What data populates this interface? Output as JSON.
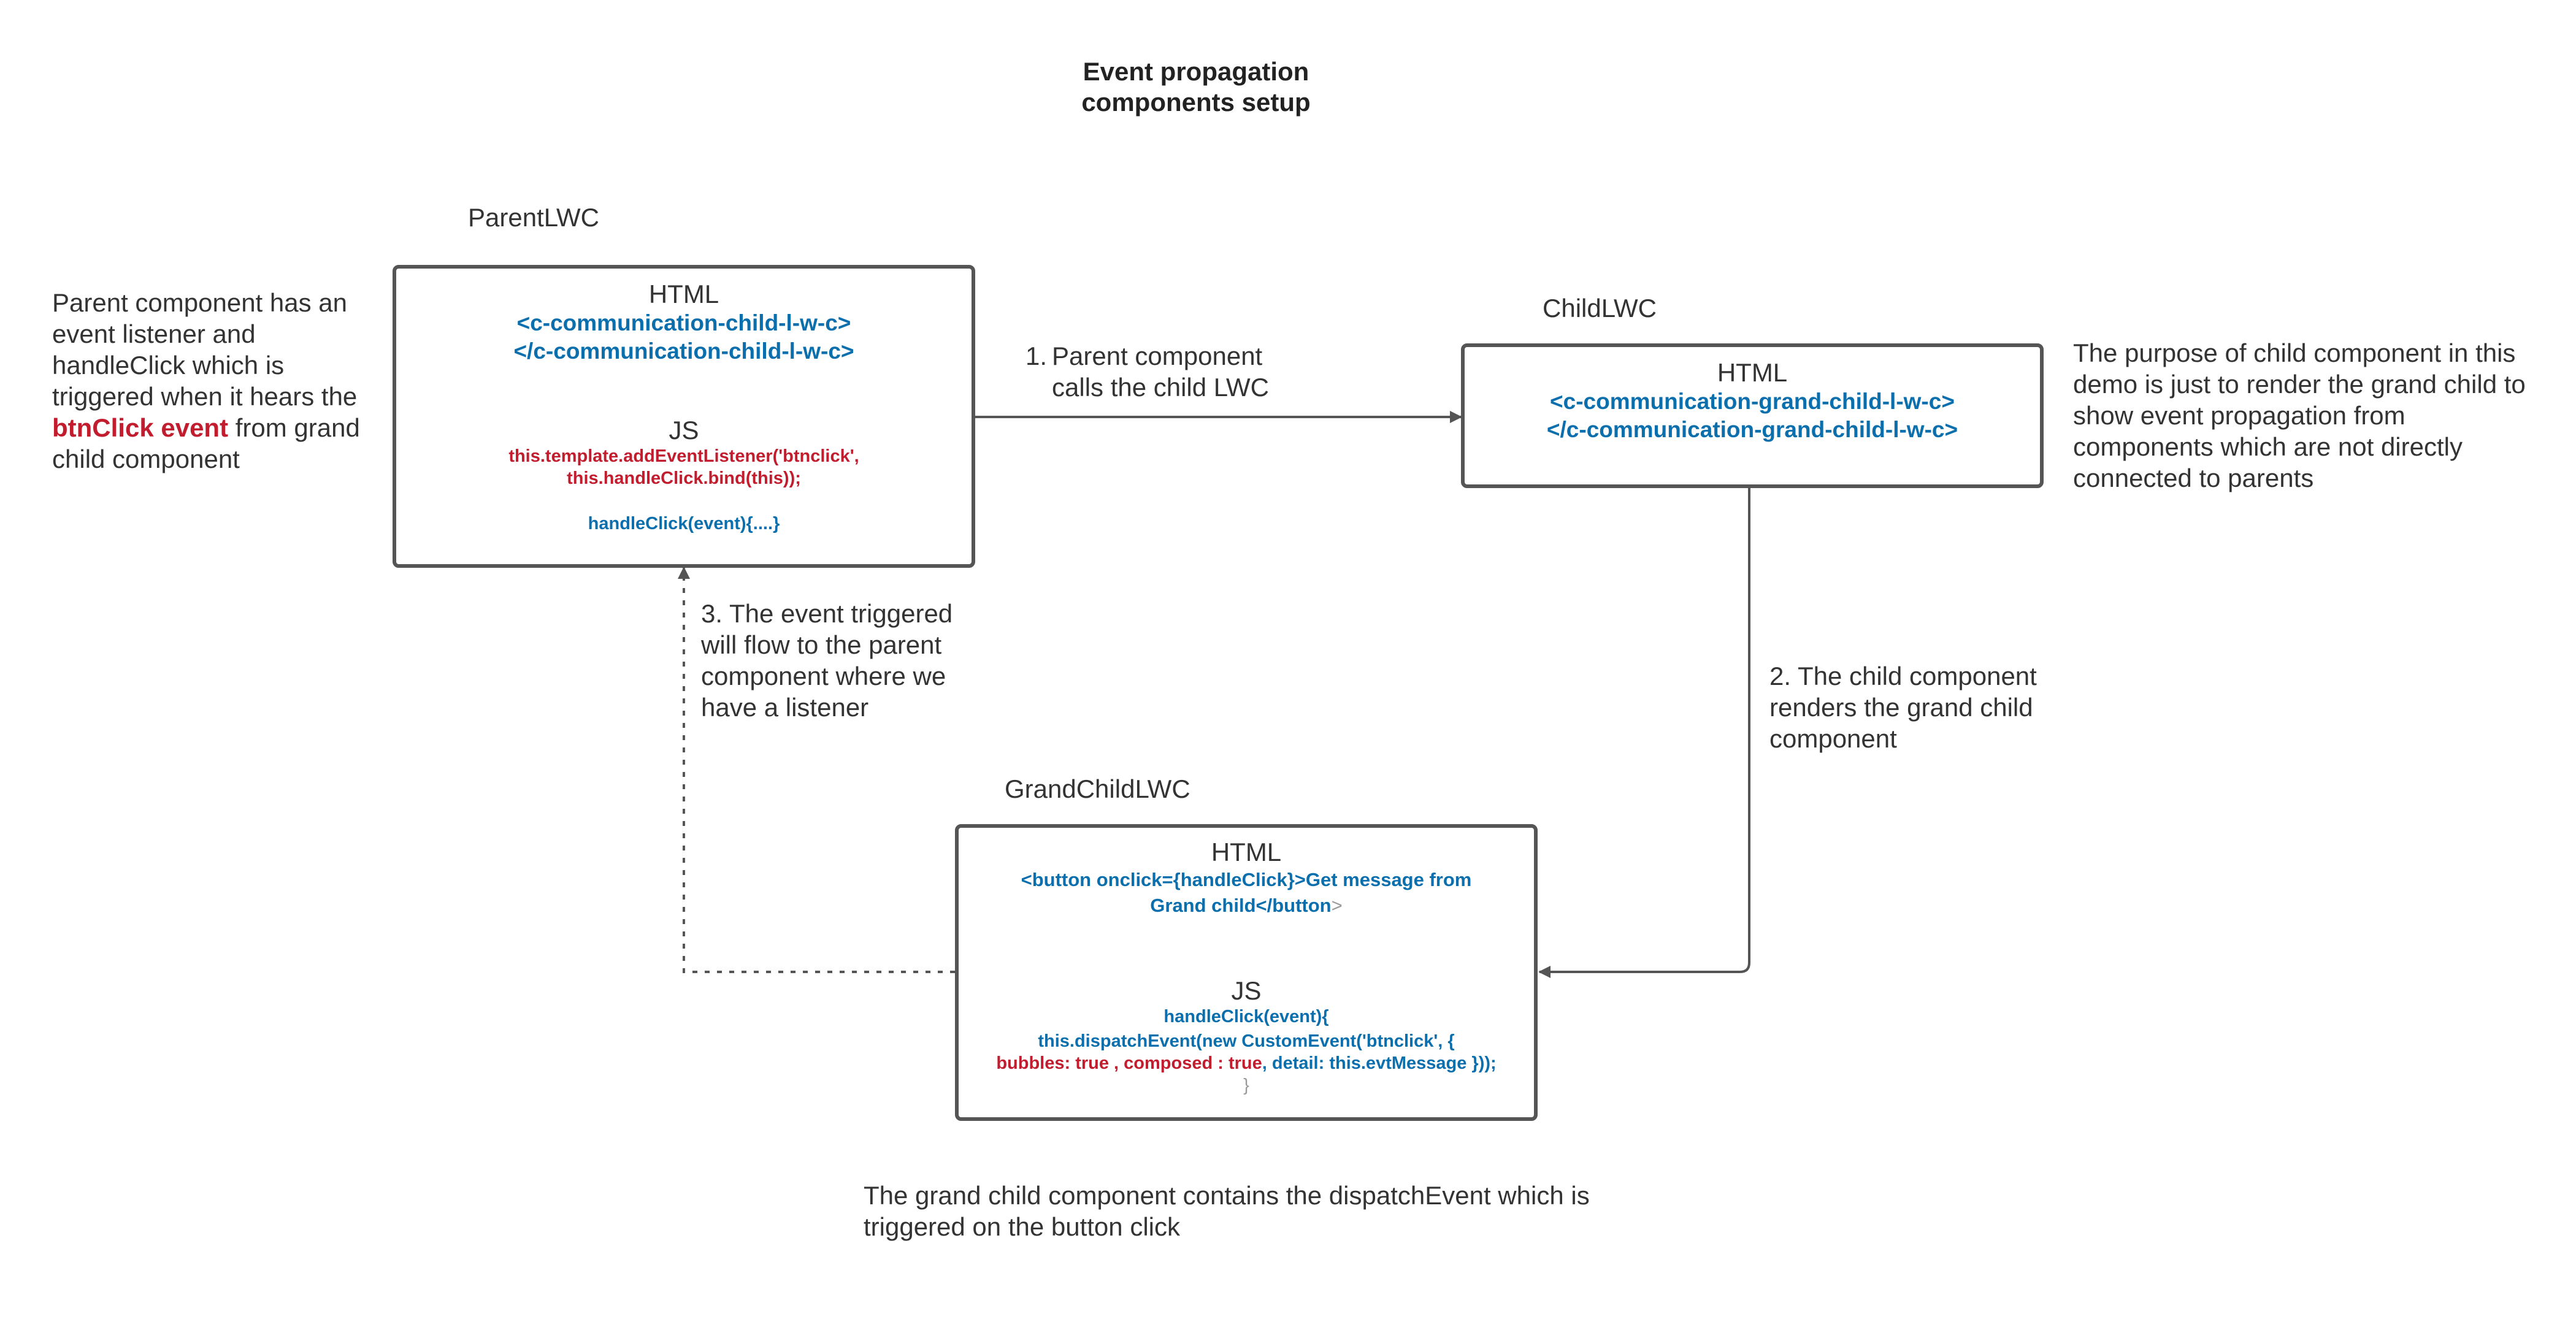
{
  "title": {
    "line1": "Event propagation",
    "line2": "components setup"
  },
  "parent": {
    "label": "ParentLWC",
    "html_heading": "HTML",
    "html_line1": "<c-communication-child-l-w-c>",
    "html_line2": "</c-communication-child-l-w-c>",
    "js_heading": "JS",
    "js_line1": "this.template.addEventListener('btnclick',",
    "js_line2": "this.handleClick.bind(this));",
    "js_line3": "handleClick(event){....}"
  },
  "child": {
    "label": "ChildLWC",
    "html_heading": "HTML",
    "html_line1": "<c-communication-grand-child-l-w-c>",
    "html_line2": "</c-communication-grand-child-l-w-c>"
  },
  "grandchild": {
    "label": "GrandChildLWC",
    "html_heading": "HTML",
    "html_line1": "<button onclick={handleClick}>Get message from",
    "html_line2": "Grand child</button",
    "html_line2_tail": ">",
    "js_heading": "JS",
    "js_line1": "handleClick(event){",
    "js_line2": "this.dispatchEvent(new CustomEvent('btnclick', {",
    "js_line3_red": "bubbles: true , composed : true",
    "js_line3_blue": ", detail: this.evtMessage }));",
    "js_line4": "}"
  },
  "notes": {
    "parent_note_before": "Parent component has an event listener and handleClick which is triggered when it hears the",
    "parent_note_highlight": "btnClick event",
    "parent_note_after": "from grand child component",
    "child_note": "The purpose of child component in this demo is just to render the grand child to show event propagation from components which are not directly connected to parents",
    "grandchild_note": "The grand child component contains the dispatchEvent which is triggered on the button click"
  },
  "edges": {
    "step1_number": "1.",
    "step1_text": "Parent component calls the child LWC",
    "step2_text": "2. The child component renders the grand child component",
    "step3_text": "3. The event triggered will flow to the parent component where we have a listener"
  },
  "colors": {
    "code_blue": "#0b6fad",
    "code_red": "#c21d2e",
    "border": "#555555",
    "arrow": "#555555"
  }
}
